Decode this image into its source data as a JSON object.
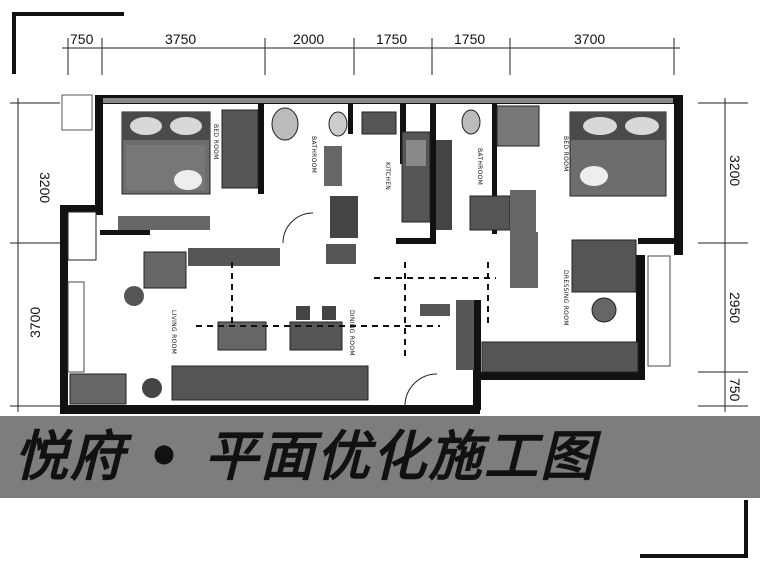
{
  "dimensions": {
    "top": [
      "750",
      "3750",
      "2000",
      "1750",
      "1750",
      "3700"
    ],
    "left": [
      "3200",
      "3700"
    ],
    "right": [
      "3200",
      "2950",
      "750"
    ]
  },
  "rooms": {
    "bedroom_left": "BED ROOM",
    "bathroom_left": "BATHROOM",
    "kitchen": "KITCHEN",
    "bathroom_right": "BATHROOM",
    "bedroom_right": "BED ROOM",
    "living_room": "LIVING ROOM",
    "dining_room": "DINING ROOM",
    "dressing_room": "DRESSING ROOM"
  },
  "banner": {
    "title": "悦府 • 平面优化施工图"
  }
}
